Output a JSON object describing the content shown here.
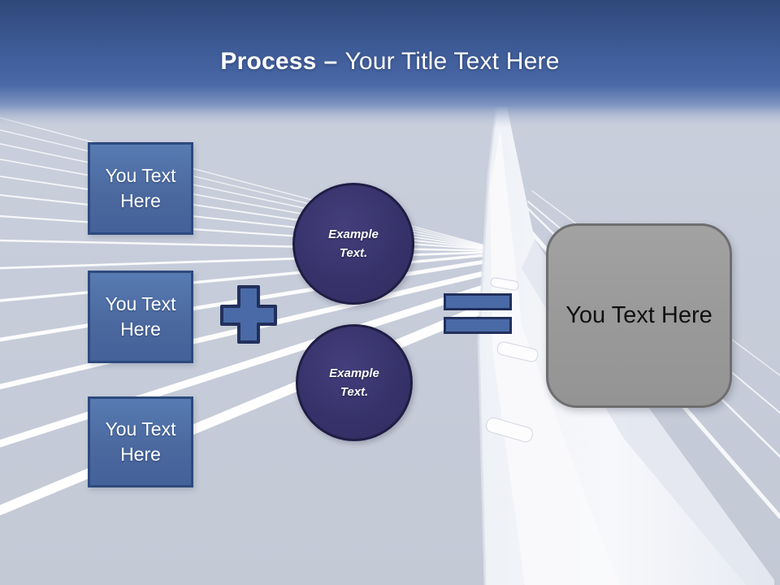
{
  "slide": {
    "title": {
      "emphasis": "Process",
      "separator": "–",
      "text": "Your Title Text Here"
    },
    "background_description": "cable-stayed-bridge-photo"
  },
  "diagram": {
    "inputs": [
      {
        "label": "You Text Here"
      },
      {
        "label": "You Text Here"
      },
      {
        "label": "You Text Here"
      }
    ],
    "operators": {
      "plus": "plus-icon",
      "equals": "equals-icon"
    },
    "examples": [
      {
        "label": "Example Text."
      },
      {
        "label": "Example Text."
      }
    ],
    "result": {
      "label": "You Text Here"
    }
  },
  "colors": {
    "header_top": "#2f4879",
    "header_mid": "#4a68a6",
    "accent_blue": "#4a6aa7",
    "accent_blue_border": "#2d4a7d",
    "operator_border": "#22305c",
    "navy_circle": "#37326a",
    "navy_circle_border": "#201d45",
    "result_gray": "#9b9b9b",
    "result_gray_border": "#6e6e6e",
    "sky": "#c7cdda",
    "title_text": "#ffffff"
  }
}
